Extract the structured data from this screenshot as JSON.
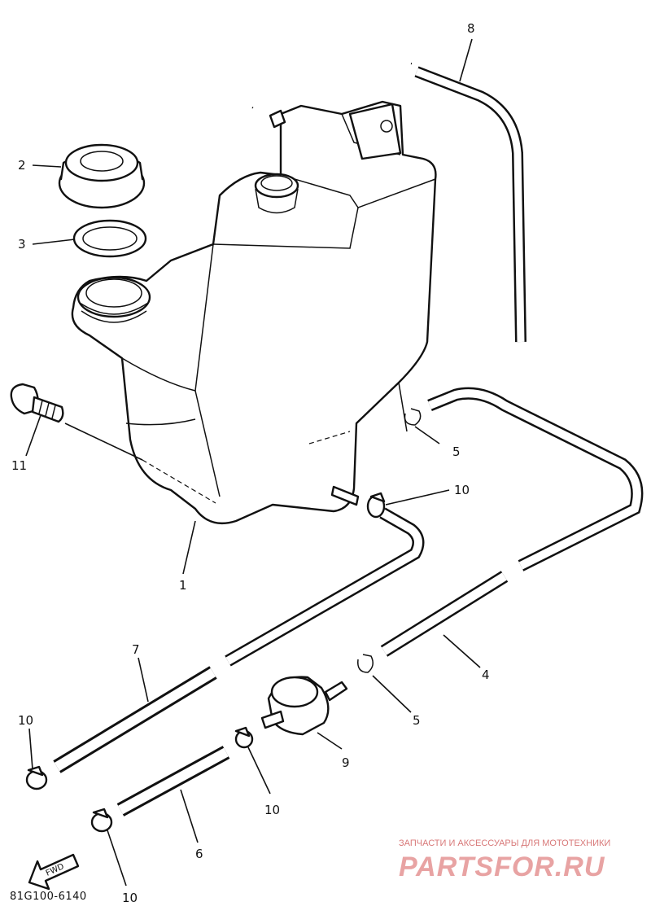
{
  "diagram": {
    "code": "81G100-6140",
    "fwd_label": "FWD",
    "callouts": [
      {
        "id": "c1",
        "text": "1"
      },
      {
        "id": "c2",
        "text": "2"
      },
      {
        "id": "c3",
        "text": "3"
      },
      {
        "id": "c4",
        "text": "4"
      },
      {
        "id": "c5a",
        "text": "5"
      },
      {
        "id": "c5b",
        "text": "5"
      },
      {
        "id": "c6",
        "text": "6"
      },
      {
        "id": "c7",
        "text": "7"
      },
      {
        "id": "c8",
        "text": "8"
      },
      {
        "id": "c9",
        "text": "9"
      },
      {
        "id": "c10a",
        "text": "10"
      },
      {
        "id": "c10b",
        "text": "10"
      },
      {
        "id": "c10c",
        "text": "10"
      },
      {
        "id": "c10d",
        "text": "10"
      },
      {
        "id": "c11",
        "text": "11"
      }
    ]
  },
  "watermark": {
    "tagline": "ЗАПЧАСТИ И АКСЕССУАРЫ ДЛЯ МОТОТЕХНИКИ",
    "logo": "PARTSFOR.RU",
    "color": "#e8a3a3"
  }
}
